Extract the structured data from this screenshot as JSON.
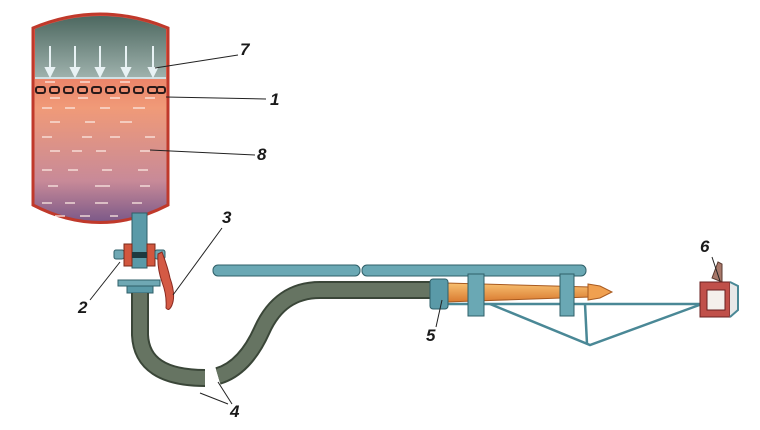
{
  "labels": {
    "l1": "1",
    "l2": "2",
    "l3": "3",
    "l4": "4",
    "l5": "5",
    "l6": "6",
    "l7": "7",
    "l8": "8"
  },
  "colors": {
    "tank_outline": "#c0392b",
    "gas": "#5f7a70",
    "liquid_top": "#e2644e",
    "liquid_mid": "#ef9a78",
    "liquid_bottom": "#7e5a86",
    "hose": "#5c6a58",
    "metal": "#5a9aa8",
    "nozzle": "#f0a050",
    "sight": "#c0504a"
  }
}
